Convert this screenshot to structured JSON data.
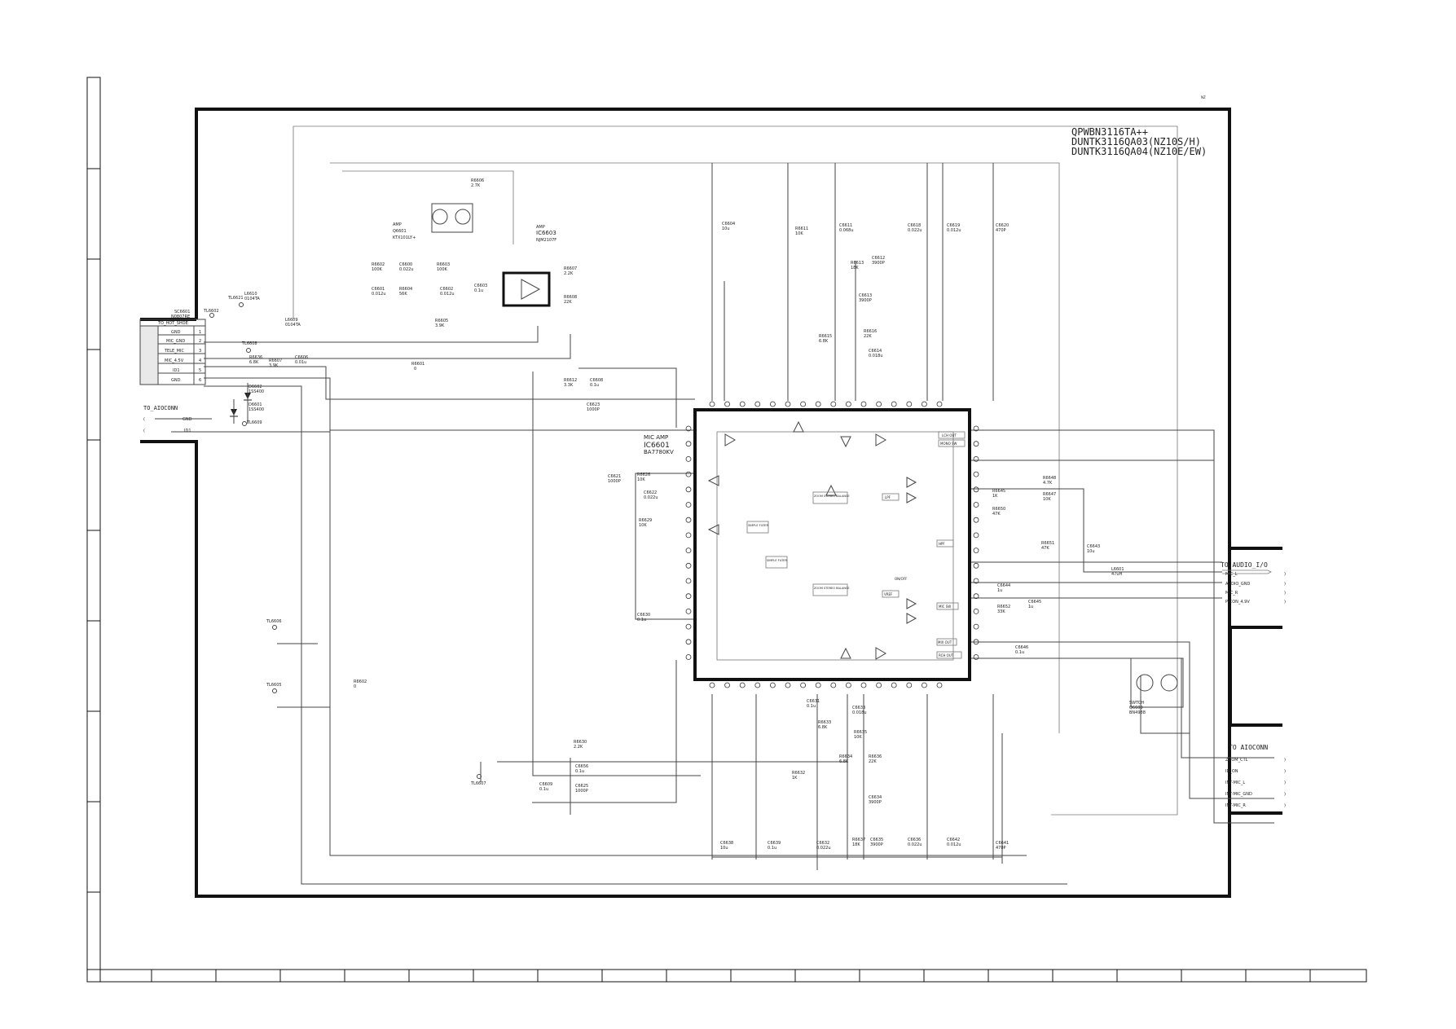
{
  "board": {
    "pwb": "QPWBN3116TA++",
    "unit1": "DUNTK3116QA03(NZ10S/H)",
    "unit2": "DUNTK3116QA04(NZ10E/EW)"
  },
  "corner_mark": "NZ",
  "connector_sc6601": {
    "ref": "SC6601",
    "part": "N0807RE",
    "header": "TO_HOT_SHOE",
    "pins": [
      {
        "name": "GND",
        "num": "1"
      },
      {
        "name": "MIC_GND",
        "num": "2"
      },
      {
        "name": "TELE_MIC",
        "num": "3"
      },
      {
        "name": "MIC_4.5V",
        "num": "4"
      },
      {
        "name": "ID1",
        "num": "5"
      },
      {
        "name": "GND",
        "num": "6"
      }
    ],
    "to_label": "TO_AIOCONN",
    "sub_labels": [
      "GND",
      "ID1"
    ]
  },
  "ic6601": {
    "title": "MIC AMP",
    "ref": "IC6601",
    "part": "BA7780KV"
  },
  "ic6603": {
    "title": "AMP",
    "ref": "IC6603",
    "part": "NJM2107F"
  },
  "q6601": {
    "title": "AMP",
    "ref": "Q6601",
    "part": "KTX101LY+"
  },
  "switch": {
    "title": "SWTCH",
    "ref": "Q6609",
    "part": "BN4988"
  },
  "audio_io": {
    "title": "TO AUDIO_I/O",
    "signals": [
      "MIC_L",
      "AUDIO_GND",
      "MIC_R",
      "P-CON_4.9V"
    ]
  },
  "aio_conn": {
    "title": "TO AIOCONN",
    "signals": [
      "ZOOM_CTL",
      "ID_ON",
      "INT-MIC_L",
      "INT-MIC_GND",
      "INT-MIC_R"
    ]
  },
  "components": [
    {
      "ref": "R6606",
      "val": "2.7K"
    },
    {
      "ref": "R6602",
      "val": "100K"
    },
    {
      "ref": "C6600",
      "val": "0.022u"
    },
    {
      "ref": "R6603",
      "val": "100K"
    },
    {
      "ref": "C6601",
      "val": "0.012u"
    },
    {
      "ref": "R6604",
      "val": "56K"
    },
    {
      "ref": "C6602",
      "val": "0.012u"
    },
    {
      "ref": "C6603",
      "val": "0.1u"
    },
    {
      "ref": "R6605",
      "val": "3.9K"
    },
    {
      "ref": "R6607",
      "val": "2.2K"
    },
    {
      "ref": "R6608",
      "val": "22K"
    },
    {
      "ref": "C6604",
      "val": "10u"
    },
    {
      "ref": "R6611",
      "val": "10K"
    },
    {
      "ref": "C6611",
      "val": "0.068u"
    },
    {
      "ref": "C6618",
      "val": "0.022u"
    },
    {
      "ref": "C6619",
      "val": "0.012u"
    },
    {
      "ref": "C6620",
      "val": "470P"
    },
    {
      "ref": "L6610",
      "val": "0104TA"
    },
    {
      "ref": "L6609",
      "val": "0104TA"
    },
    {
      "ref": "R6636",
      "val": "6.8K"
    },
    {
      "ref": "R6607",
      "val": "3.9K"
    },
    {
      "ref": "C6606",
      "val": "0.01u"
    },
    {
      "ref": "R6601",
      "val": "0"
    },
    {
      "ref": "D6602",
      "val": "1SS400"
    },
    {
      "ref": "D6601",
      "val": "1SS400"
    },
    {
      "ref": "R6613",
      "val": "18K"
    },
    {
      "ref": "C6612",
      "val": "3900P"
    },
    {
      "ref": "C6613",
      "val": "3900P"
    },
    {
      "ref": "R6615",
      "val": "6.8K"
    },
    {
      "ref": "R6616",
      "val": "22K"
    },
    {
      "ref": "C6614",
      "val": "0.018u"
    },
    {
      "ref": "R6612",
      "val": "3.3K"
    },
    {
      "ref": "C6608",
      "val": "0.1u"
    },
    {
      "ref": "C6623",
      "val": "1000P"
    },
    {
      "ref": "C6621",
      "val": "1000P"
    },
    {
      "ref": "R6626",
      "val": "10K"
    },
    {
      "ref": "C6622",
      "val": "0.022u"
    },
    {
      "ref": "R6629",
      "val": "10K"
    },
    {
      "ref": "C6630",
      "val": "0.1u"
    },
    {
      "ref": "R6648",
      "val": "4.7K"
    },
    {
      "ref": "R6647",
      "val": "10K"
    },
    {
      "ref": "R6645",
      "val": "1K"
    },
    {
      "ref": "R6650",
      "val": "47K"
    },
    {
      "ref": "R6651",
      "val": "47K"
    },
    {
      "ref": "C6643",
      "val": "10u"
    },
    {
      "ref": "L6601",
      "val": "47uH"
    },
    {
      "ref": "C6644",
      "val": "1u"
    },
    {
      "ref": "C6645",
      "val": "1u"
    },
    {
      "ref": "R6652",
      "val": "33K"
    },
    {
      "ref": "C6646",
      "val": "0.1u"
    },
    {
      "ref": "R6602",
      "val": "0"
    },
    {
      "ref": "R6630",
      "val": "2.2K"
    },
    {
      "ref": "C6656",
      "val": "0.1u"
    },
    {
      "ref": "C6609",
      "val": "0.1u"
    },
    {
      "ref": "C6625",
      "val": "1000P"
    },
    {
      "ref": "C6631",
      "val": "0.1u"
    },
    {
      "ref": "C6633",
      "val": "0.018u"
    },
    {
      "ref": "R6633",
      "val": "6.8K"
    },
    {
      "ref": "R6635",
      "val": "10K"
    },
    {
      "ref": "R6634",
      "val": "6.8K"
    },
    {
      "ref": "R6636",
      "val": "22K"
    },
    {
      "ref": "C6634",
      "val": "3900P"
    },
    {
      "ref": "R6632",
      "val": "1K"
    },
    {
      "ref": "C6638",
      "val": "10u"
    },
    {
      "ref": "C6639",
      "val": "0.1u"
    },
    {
      "ref": "C6632",
      "val": "0.022u"
    },
    {
      "ref": "R6637",
      "val": "18K"
    },
    {
      "ref": "C6635",
      "val": "3900P"
    },
    {
      "ref": "C6636",
      "val": "0.022u"
    },
    {
      "ref": "C6642",
      "val": "0.012u"
    },
    {
      "ref": "C6641",
      "val": "470P"
    }
  ],
  "testpoints": [
    "TL6621",
    "TL6602",
    "TL6608",
    "TL6609",
    "TL6606",
    "TL6605",
    "TL6607"
  ],
  "ic_blocks": [
    "LCH OUT",
    "MONO SW",
    "ZOOM STEREO BALANCE",
    "ZOOM STEREO BALANCE",
    "SIMPLE FILTER",
    "SIMPLE FILTER",
    "MIC SW",
    "RCH OUT",
    "ON/OFF",
    "VREF",
    "LPF",
    "HPF",
    "MIX OUT"
  ]
}
